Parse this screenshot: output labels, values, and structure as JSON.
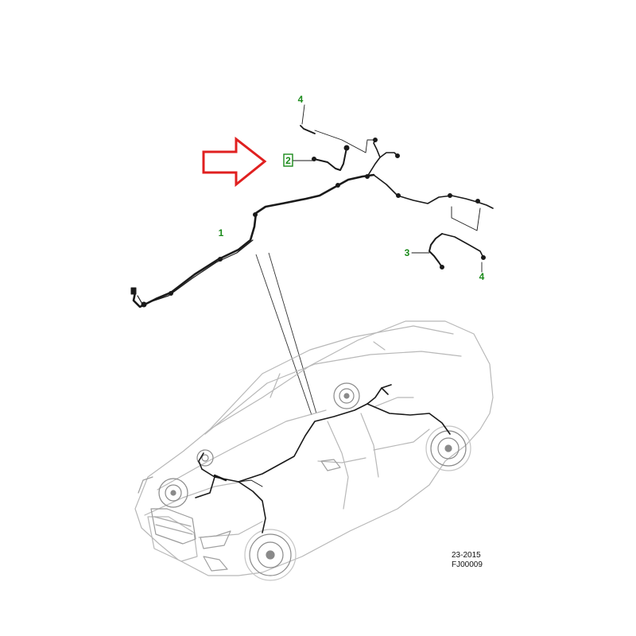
{
  "callouts": [
    {
      "id": "1",
      "label": "1"
    },
    {
      "id": "2",
      "label": "2"
    },
    {
      "id": "3",
      "label": "3"
    },
    {
      "id": "4a",
      "label": "4"
    },
    {
      "id": "4b",
      "label": "4"
    }
  ],
  "reference": {
    "code": "23-2015",
    "figure": "FJ00009"
  },
  "colors": {
    "callout_text": "#1a8a1a",
    "highlight_box": "#1a8a1a",
    "arrow": "#e02020",
    "line": "#1a1a1a",
    "car_outline": "#b8b8b8"
  }
}
